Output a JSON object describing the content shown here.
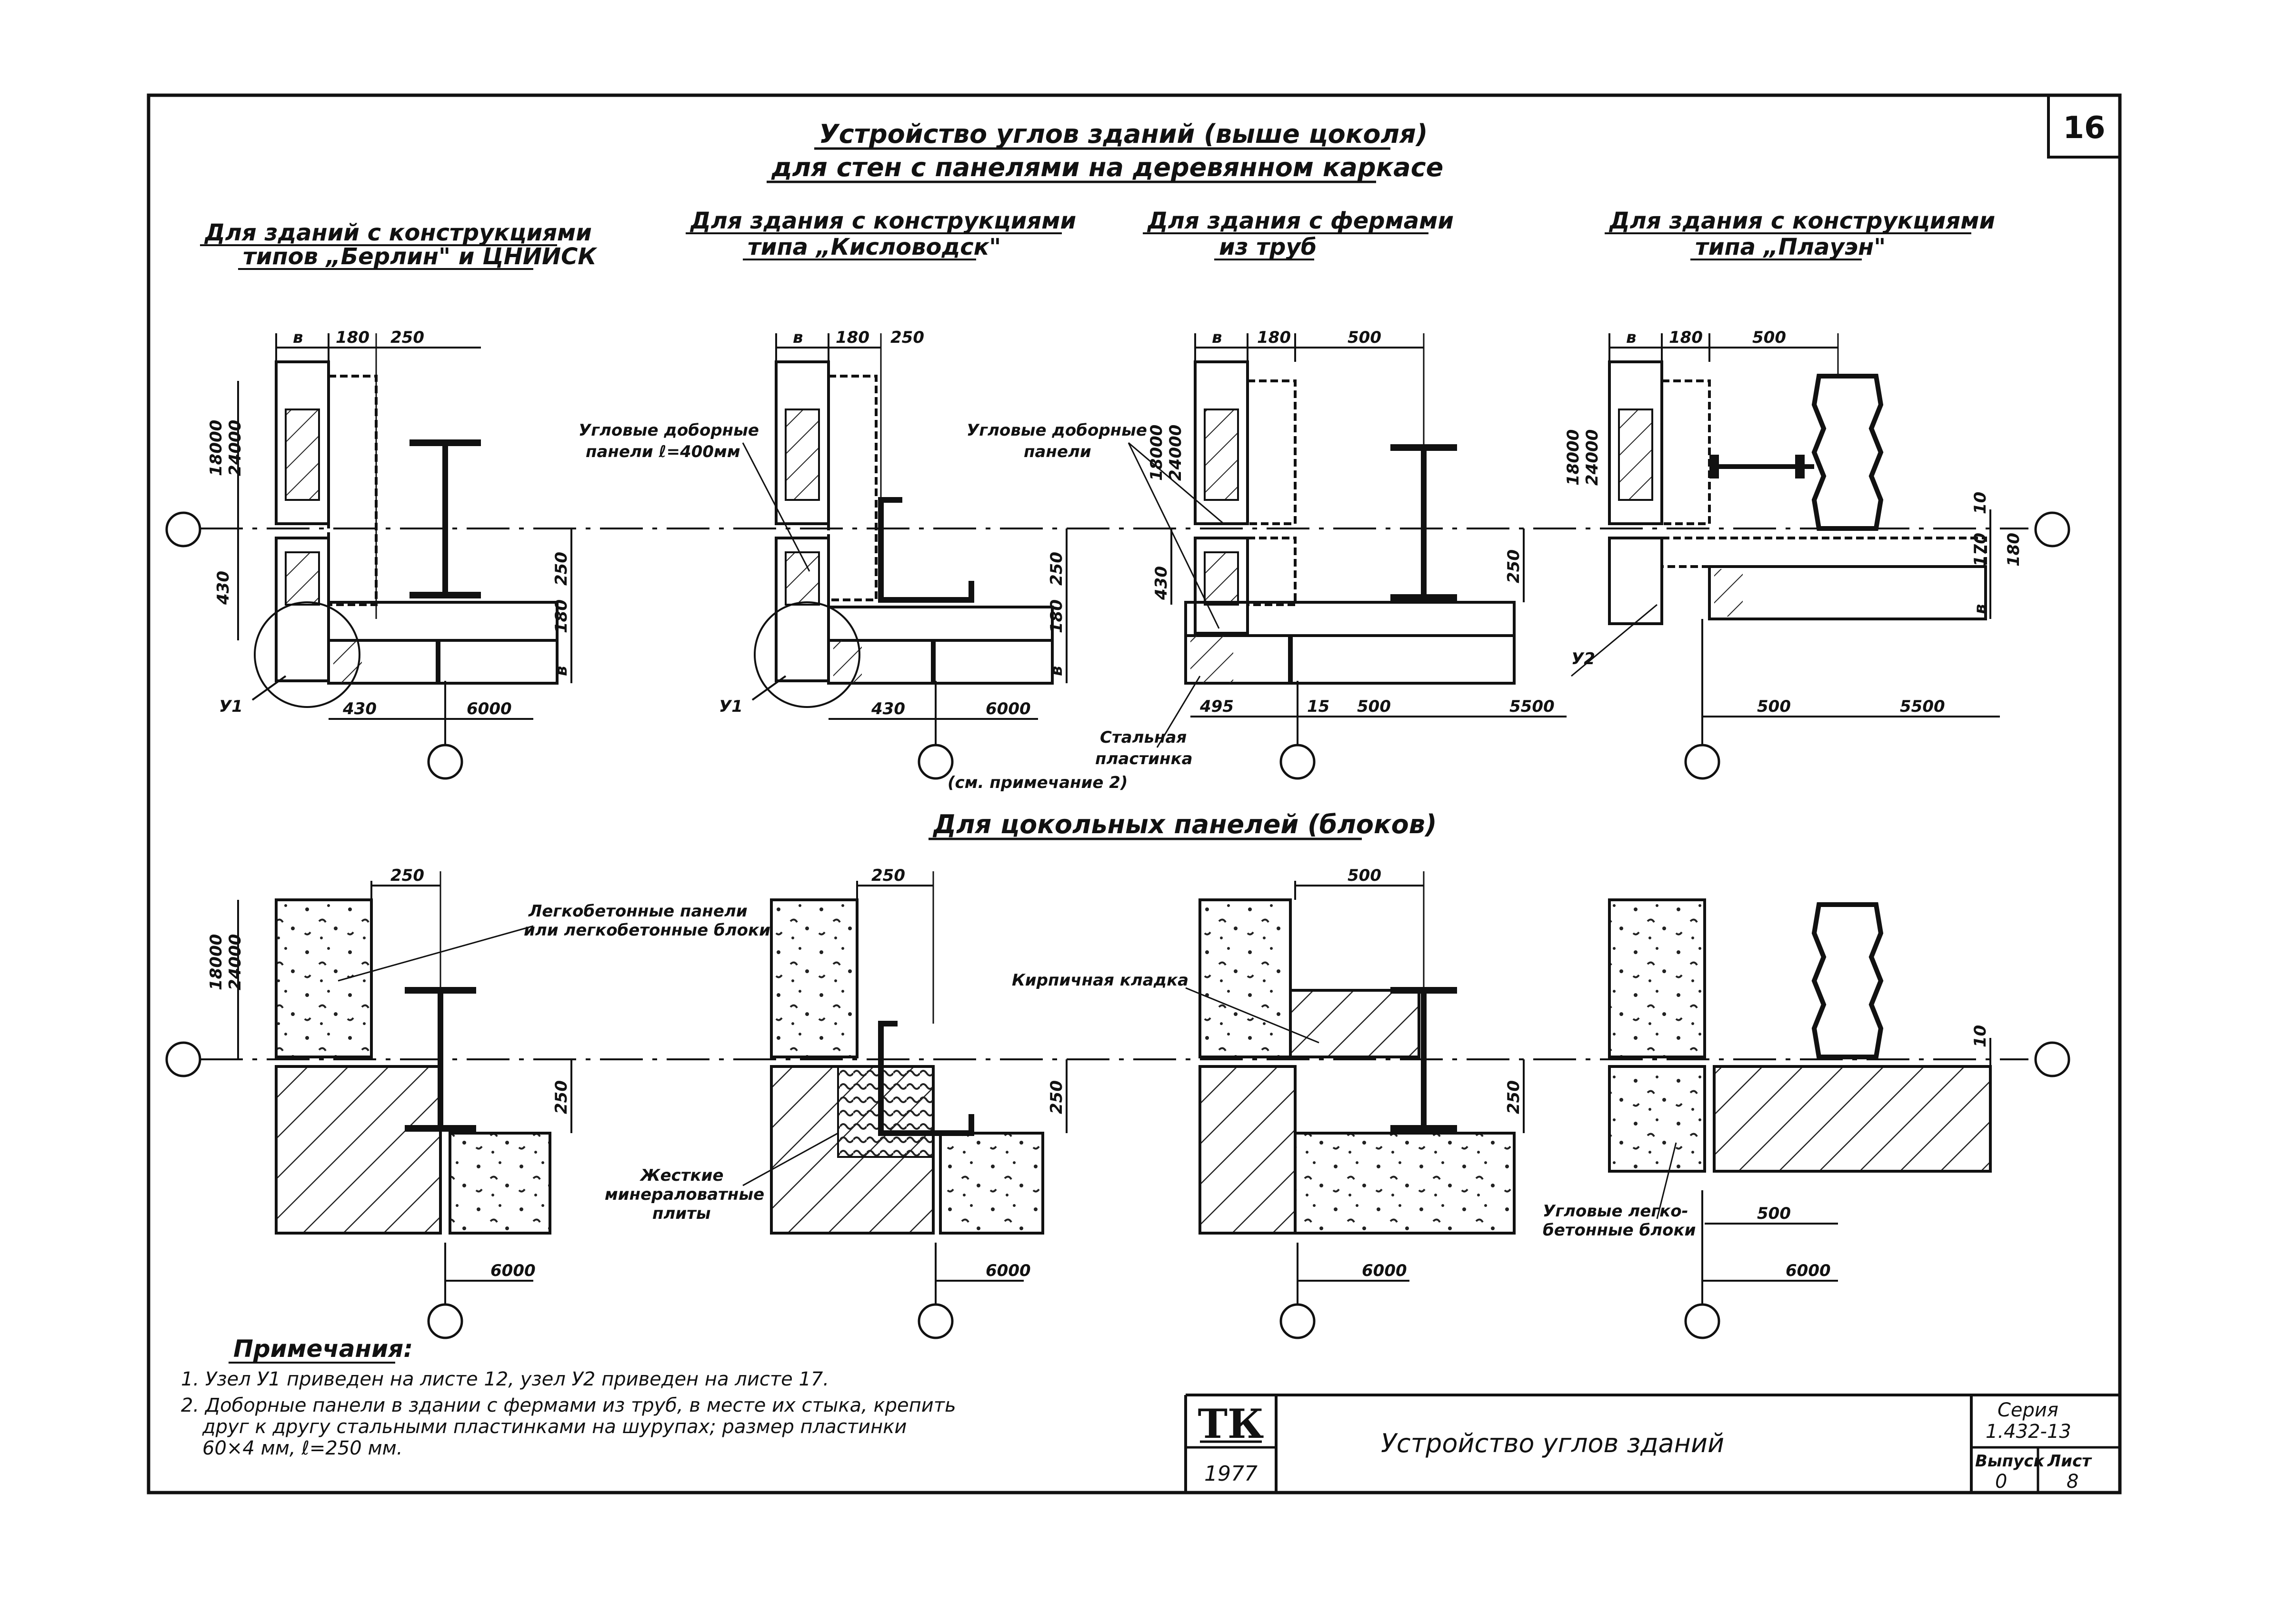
{
  "sheet_number": "16",
  "title": {
    "line1": "Устройство углов зданий (выше цоколя)",
    "line2": "для стен с панелями на деревянном каркасе"
  },
  "column_headers": [
    {
      "line1": "Для зданий с конструкциями",
      "line2": "типов „Берлин\" и ЦНИИСК"
    },
    {
      "line1": "Для здания с конструкциями",
      "line2": "типа „Кисловодск\""
    },
    {
      "line1": "Для здания с фермами",
      "line2": "из труб"
    },
    {
      "line1": "Для здания с конструкциями",
      "line2": "типа „Плауэн\""
    }
  ],
  "plinth_title": "Для цокольных панелей (блоков)",
  "dims": {
    "b": "в",
    "d180": "180",
    "d250": "250",
    "d500": "500",
    "d430": "430",
    "d495": "495",
    "d15": "15",
    "d10": "10",
    "d170": "170",
    "d180b": "180",
    "d6000": "6000",
    "d5500": "5500",
    "d18000": "18000",
    "d24000": "24000"
  },
  "labels": {
    "corner_panels_1": "Угловые доборные",
    "corner_panels_1b": "панели ℓ=400мм",
    "corner_panels_2": "Угловые доборные",
    "corner_panels_2b": "панели",
    "steel_plate_1": "Стальная",
    "steel_plate_2": "пластинка",
    "steel_plate_3": "(см. примечание 2)",
    "u1": "У1",
    "u2": "У2",
    "lightconcrete_1": "Легкобетонные панели",
    "lightconcrete_2": "или легкобетонные блоки",
    "brick": "Кирпичная кладка",
    "mineral_1": "Жесткие",
    "mineral_2": "минераловатные",
    "mineral_3": "плиты",
    "corner_blocks_1": "Угловые легко-",
    "corner_blocks_2": "бетонные блоки"
  },
  "notes": {
    "heading": "Примечания:",
    "n1": "1. Узел У1 приведен на листе 12, узел У2 приведен на листе 17.",
    "n2a": "2. Доборные панели в здании с фермами из труб, в месте их стыка, крепить",
    "n2b": "друг к другу стальными пластинками на шурупах; размер пластинки",
    "n2c": "60×4 мм, ℓ=250 мм."
  },
  "stamp": {
    "tk": "ТК",
    "year": "1977",
    "title": "Устройство углов зданий",
    "series_label": "Серия",
    "series_value": "1.432-13",
    "issue_label": "Выпуск",
    "issue_value": "0",
    "sheet_label": "Лист",
    "sheet_value": "8"
  }
}
